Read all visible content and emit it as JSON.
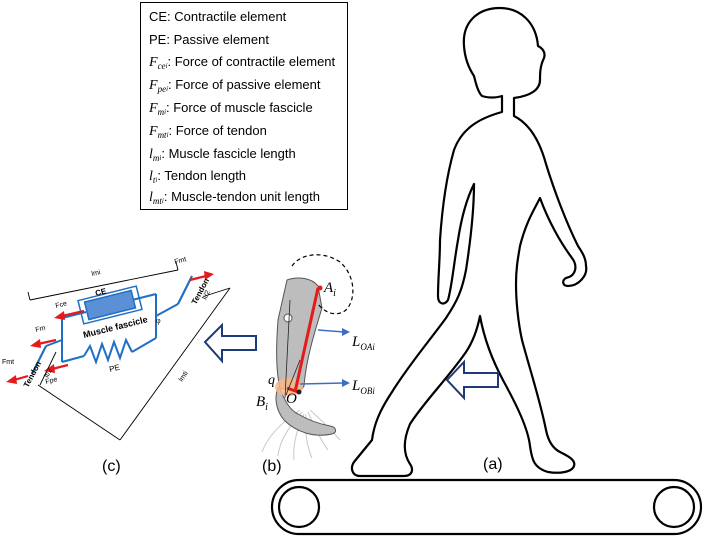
{
  "legend": {
    "items": [
      {
        "symbol": "CE",
        "sub": "",
        "subsub": "",
        "text": "CE: Contractile element"
      },
      {
        "symbol": "PE",
        "sub": "",
        "subsub": "",
        "text": "PE: Passive element"
      },
      {
        "symbol": "F",
        "sub": "ce",
        "subsub": "i",
        "text": ": Force of contractile element"
      },
      {
        "symbol": "F",
        "sub": "pe",
        "subsub": "i",
        "text": ": Force of passive element"
      },
      {
        "symbol": "F",
        "sub": "m",
        "subsub": "i",
        "text": ": Force of muscle fascicle"
      },
      {
        "symbol": "F",
        "sub": "mt",
        "subsub": "i",
        "text": ": Force of tendon"
      },
      {
        "symbol": "l",
        "sub": "m",
        "subsub": "i",
        "text": ": Muscle fascicle length"
      },
      {
        "symbol": "l",
        "sub": "t",
        "subsub": "i",
        "text": ": Tendon length"
      },
      {
        "symbol": "l",
        "sub": "mt",
        "subsub": "i",
        "text": ": Muscle-tendon unit length"
      }
    ]
  },
  "panel_labels": {
    "a": "(a)",
    "b": "(b)",
    "c": "(c)"
  },
  "muscle_model": {
    "ce_label": "CE",
    "pe_label": "PE",
    "fascicle_label": "Muscle fascicle",
    "tendon_left": "Tendon",
    "tendon_right": "Tendon",
    "f_ce": "Fce",
    "f_m": "Fm",
    "f_pe": "Fpe",
    "f_mt_left": "Fmt",
    "f_mt_right": "Fmt",
    "l_mi": "lmi",
    "l_ti_half_left": "lt/2",
    "l_ti_half_right": "lt/2",
    "l_mti": "lmti",
    "phi": "φ"
  },
  "leg": {
    "point_a": "A",
    "point_a_sub": "i",
    "point_b": "B",
    "point_b_sub": "i",
    "point_o": "O",
    "angle_q": "q",
    "l_oa": "L",
    "l_oa_sub": "OAi",
    "l_ob": "L",
    "l_ob_sub": "OBi"
  },
  "colors": {
    "blue": "#1f6fc5",
    "red": "#e41b1b",
    "arrow_outline": "#1f3a78",
    "leg_gray": "#c8c8c8"
  }
}
